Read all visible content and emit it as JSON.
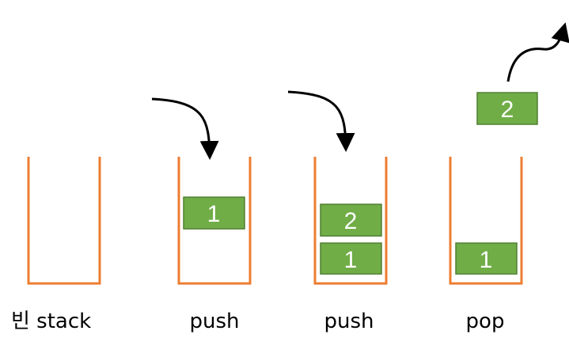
{
  "stacks": [
    {
      "caption": "빈 stack",
      "blocks": []
    },
    {
      "caption": "push",
      "blocks": [
        "1"
      ]
    },
    {
      "caption": "push",
      "blocks": [
        "1",
        "2"
      ]
    },
    {
      "caption": "pop",
      "blocks": [
        "1"
      ],
      "popped": "2"
    }
  ],
  "colors": {
    "container": "#ED7D31",
    "block_fill": "#70AD47",
    "block_border": "#507E32",
    "arrow": "#000000"
  }
}
